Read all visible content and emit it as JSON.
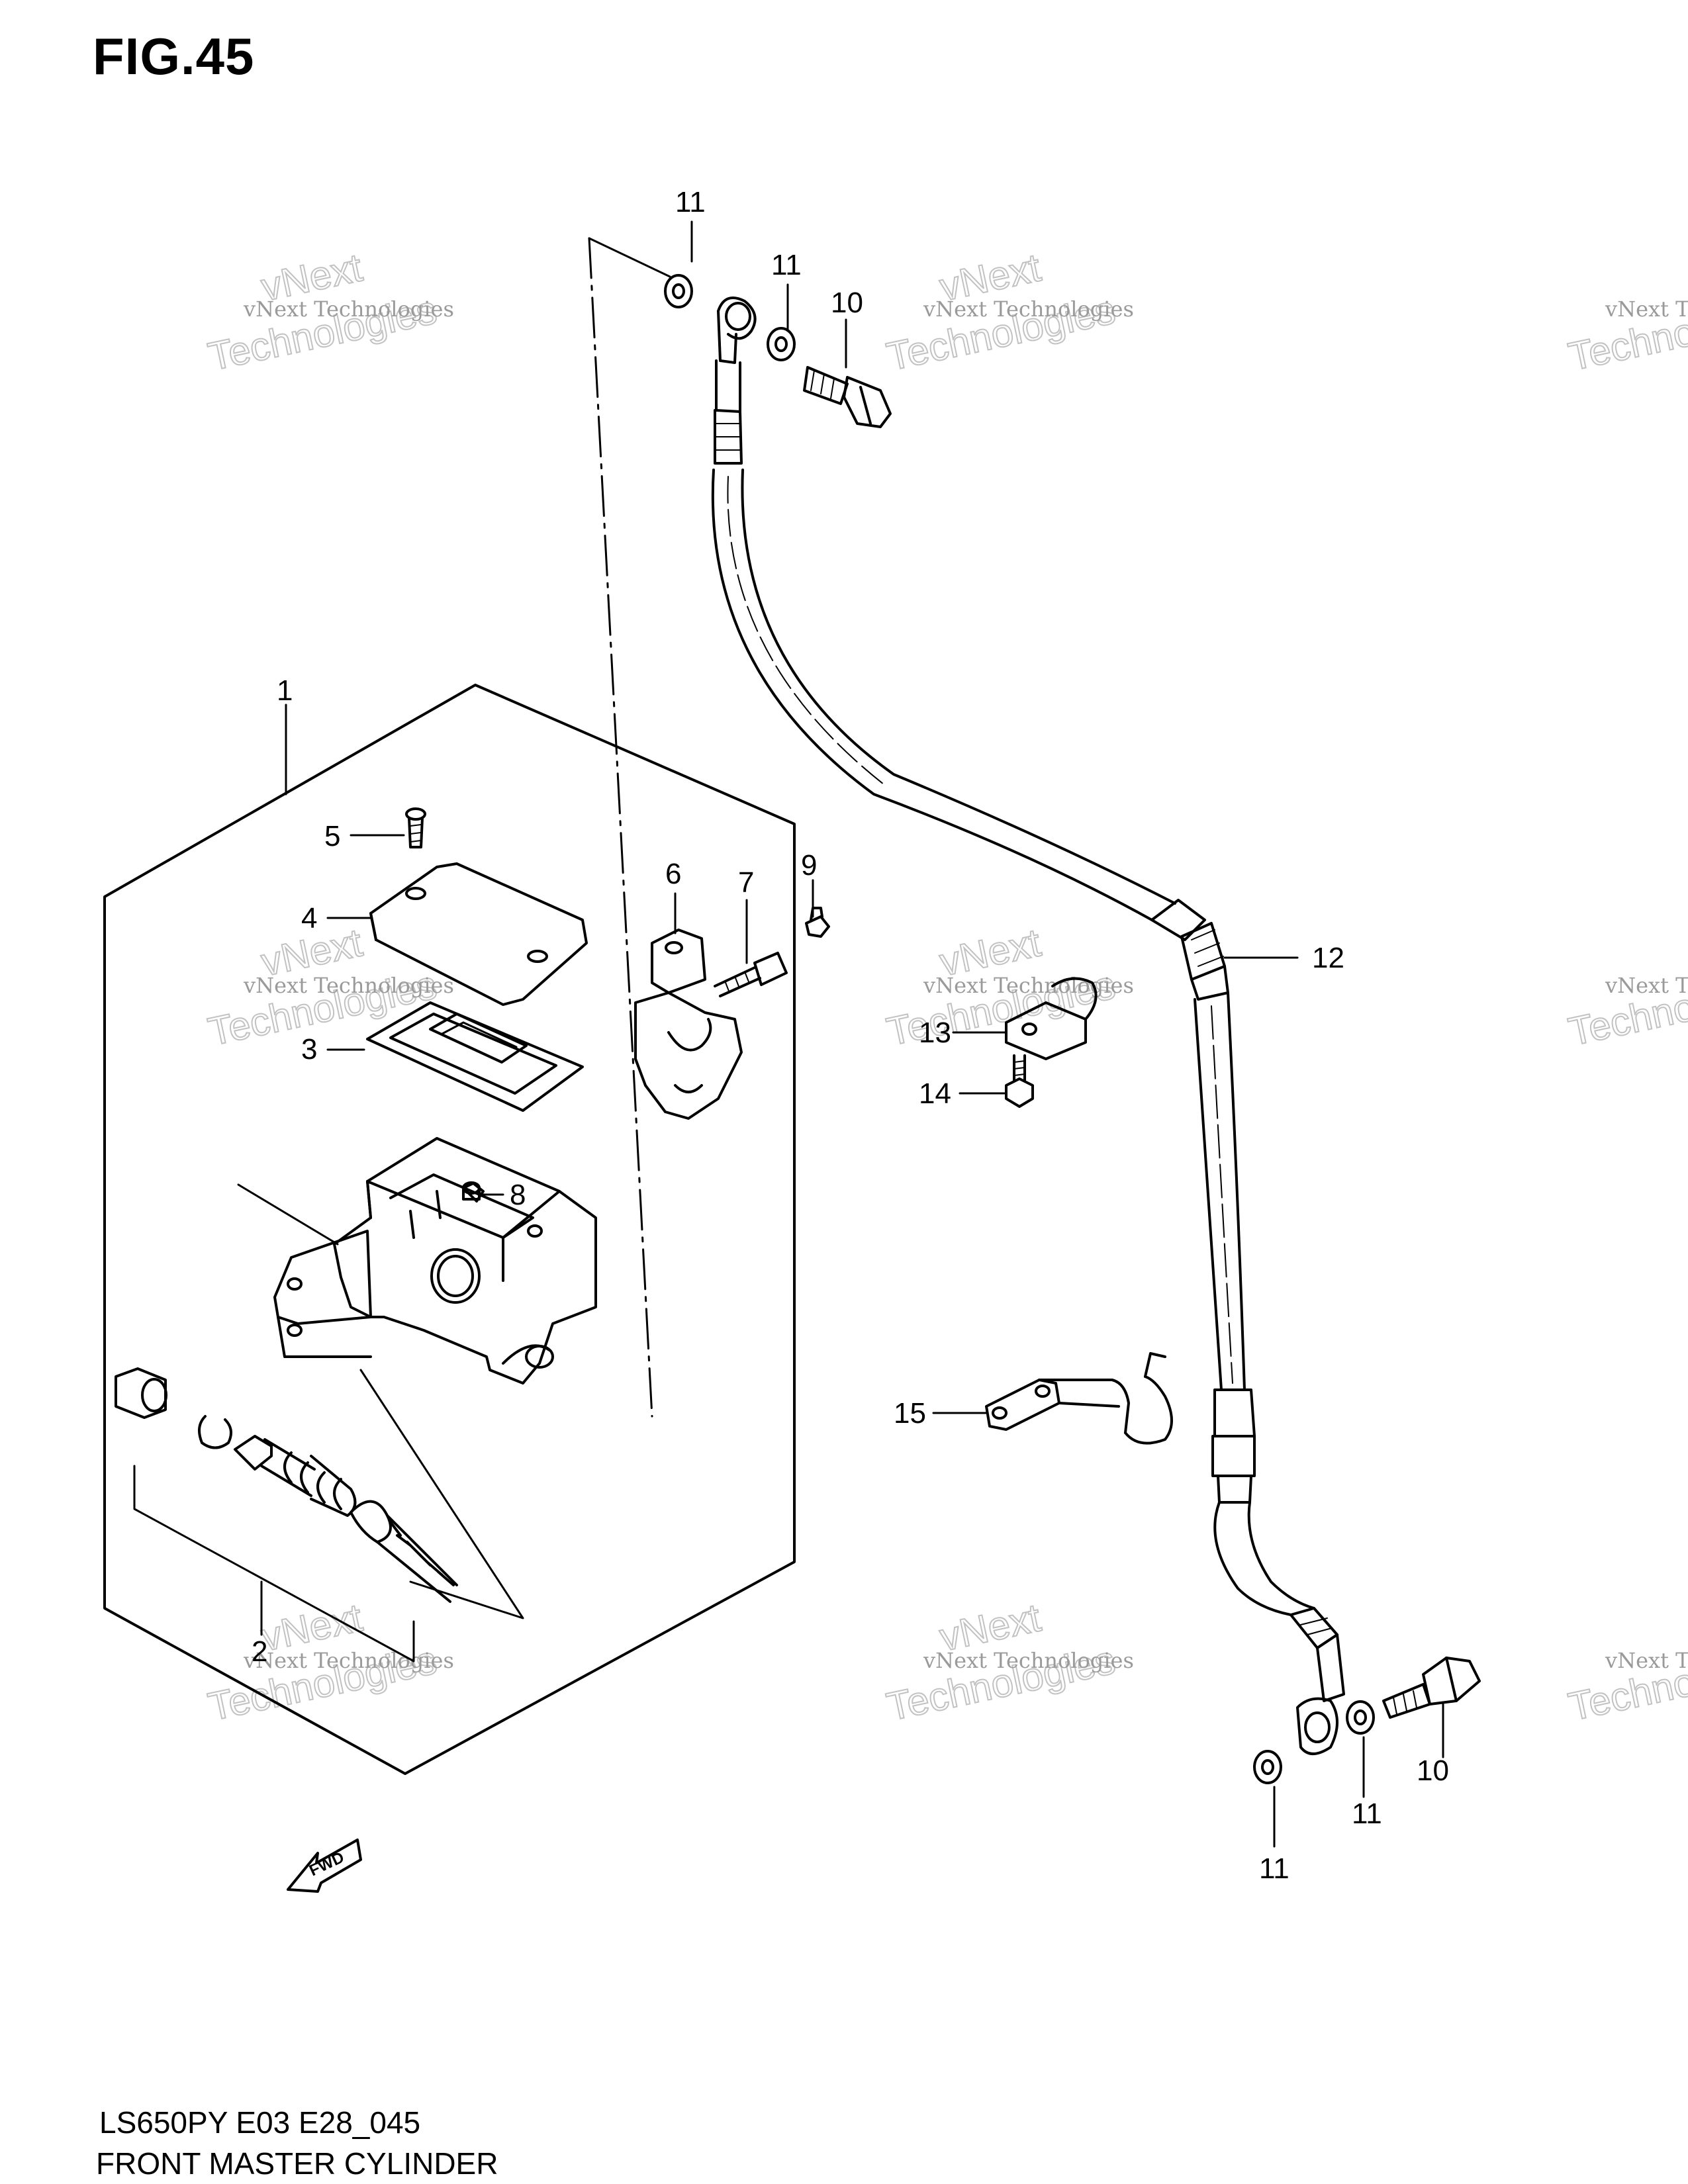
{
  "figure": {
    "title": "FIG.45",
    "model_code": "LS650PY E03 E28_045",
    "name": "FRONT MASTER CYLINDER"
  },
  "callouts": {
    "c1": "1",
    "c2": "2",
    "c3": "3",
    "c4": "4",
    "c5": "5",
    "c6": "6",
    "c7": "7",
    "c8": "8",
    "c9": "9",
    "c10a": "10",
    "c10b": "10",
    "c11a": "11",
    "c11b": "11",
    "c11c": "11",
    "c11d": "11",
    "c12": "12",
    "c13": "13",
    "c14": "14",
    "c15": "15"
  },
  "fwd_label": "FWD",
  "watermark": {
    "line1": "vNext",
    "line2": "vNext Technologies",
    "line3": "Technologies"
  },
  "colors": {
    "line": "#000000",
    "watermark": "#b5b5b5",
    "background": "#ffffff"
  }
}
